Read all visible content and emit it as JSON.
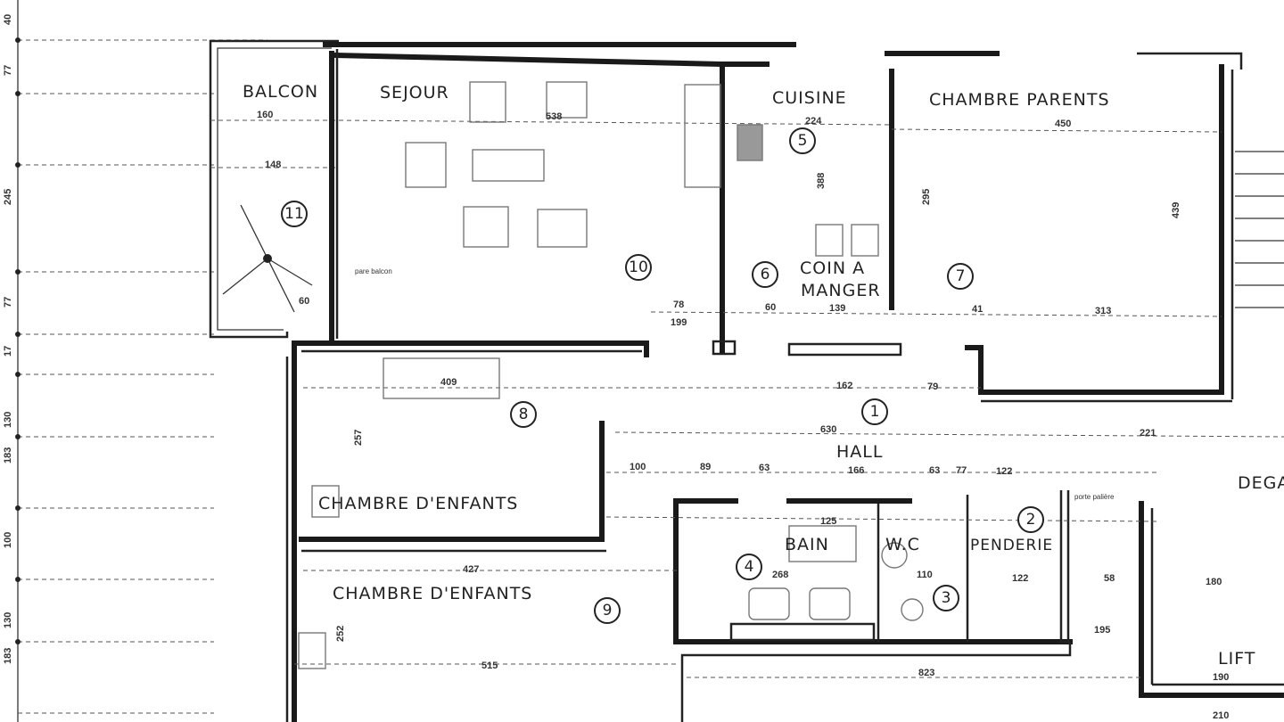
{
  "rooms": [
    {
      "label": "BALCON",
      "number": "11"
    },
    {
      "label": "SEJOUR",
      "number": "10"
    },
    {
      "label": "CUISINE",
      "number": "5"
    },
    {
      "label": "COIN A",
      "label2": "MANGER",
      "number": "6"
    },
    {
      "label": "CHAMBRE  PARENTS",
      "number": "7"
    },
    {
      "label": "HALL",
      "number": "1"
    },
    {
      "label": "CHAMBRE  D'ENFANTS",
      "number": "8"
    },
    {
      "label": "CHAMBRE  D'ENFANTS",
      "number": "9"
    },
    {
      "label": "BAIN",
      "number": "4"
    },
    {
      "label": "W.C",
      "number": "3"
    },
    {
      "label": "PENDERIE",
      "number": "2"
    },
    {
      "label": "DEGA"
    },
    {
      "label": "LIFT"
    }
  ],
  "dimensions": [
    "160",
    "148",
    "538",
    "224",
    "388",
    "450",
    "295",
    "439",
    "313",
    "409",
    "257",
    "162",
    "630",
    "166",
    "100",
    "89",
    "63",
    "427",
    "268",
    "125",
    "110",
    "122",
    "252",
    "515",
    "180",
    "221",
    "78",
    "199",
    "60",
    "60",
    "139",
    "41",
    "79",
    "63",
    "77",
    "122",
    "195",
    "58",
    "823",
    "190",
    "210"
  ],
  "side_dimensions": [
    "40",
    "77",
    "245",
    "77",
    "17",
    "130",
    "183",
    "100",
    "130",
    "183"
  ],
  "notes": [
    "porte palière",
    "pare balcon"
  ]
}
